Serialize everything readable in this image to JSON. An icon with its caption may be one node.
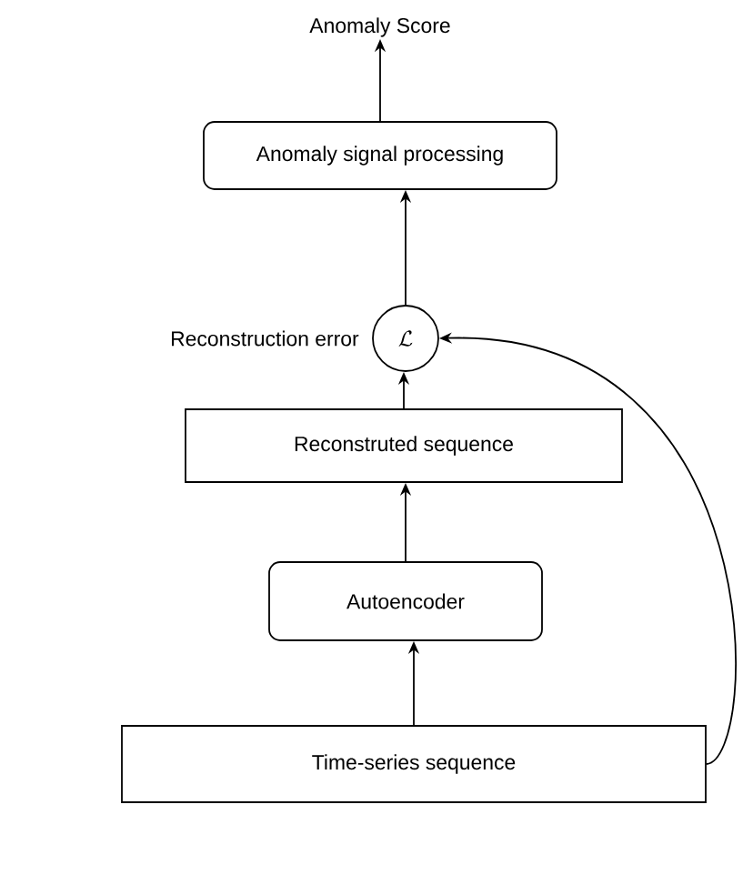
{
  "diagram": {
    "nodes": [
      {
        "text": [
          "Anomaly Score"
        ]
      },
      {
        "text": [
          "Anomaly signal processing"
        ]
      },
      {
        "text": [
          "\\mathcal{L}"
        ],
        "beside": [
          "Reconstruction error"
        ]
      },
      {
        "text": [
          "Reconstruted sequence"
        ]
      },
      {
        "text": [
          "Autoencoder"
        ]
      },
      {
        "text": [
          "Time-series sequence"
        ]
      }
    ],
    "edges": [
      {
        "from": 5,
        "to": 4,
        "arrow": "to"
      },
      {
        "from": 4,
        "to": 3,
        "arrow": "to"
      },
      {
        "from": 3,
        "to": 2,
        "arrow": "to"
      },
      {
        "from": 2,
        "to": 1,
        "arrow": "to"
      },
      {
        "from": 1,
        "to": 0,
        "arrow": "to"
      },
      {
        "from": 5,
        "to": 2,
        "arrow": "to"
      }
    ]
  }
}
